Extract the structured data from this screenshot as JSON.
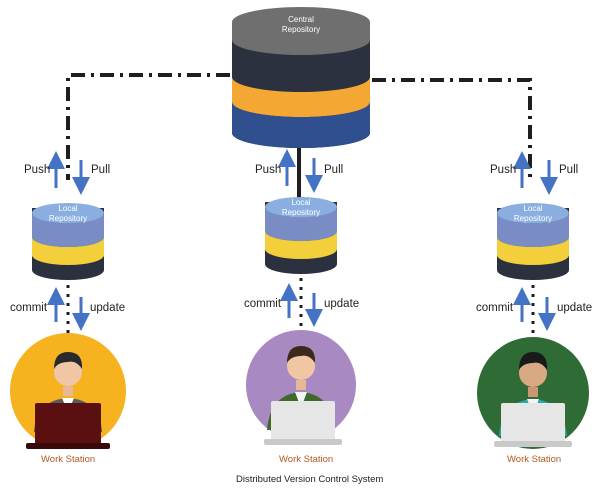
{
  "central": {
    "line1": "Central",
    "line2": "Repository"
  },
  "local": {
    "line1": "Local",
    "line2": "Repository"
  },
  "labels": {
    "push": "Push",
    "pull": "Pull",
    "commit": "commit",
    "update": "update"
  },
  "workstation": "Work Station",
  "caption": "Distributed Version Control System",
  "colors": {
    "cyl_top": "#6f6f6f",
    "cyl_dark": "#2c3140",
    "cyl_orange": "#f5a733",
    "cyl_blue": "#2f4f8f",
    "local_top": "#8aaee0",
    "local_blue": "#7a8cc4",
    "local_yellow": "#f2cf3b",
    "arrow": "#4472c4",
    "circle_orange": "#f6b21f",
    "circle_purple": "#a889c2",
    "circle_green": "#2f6b35",
    "laptop_dark": "#5a1010",
    "laptop_light": "#e6e6e6",
    "caption_accent": "#b3591a"
  }
}
